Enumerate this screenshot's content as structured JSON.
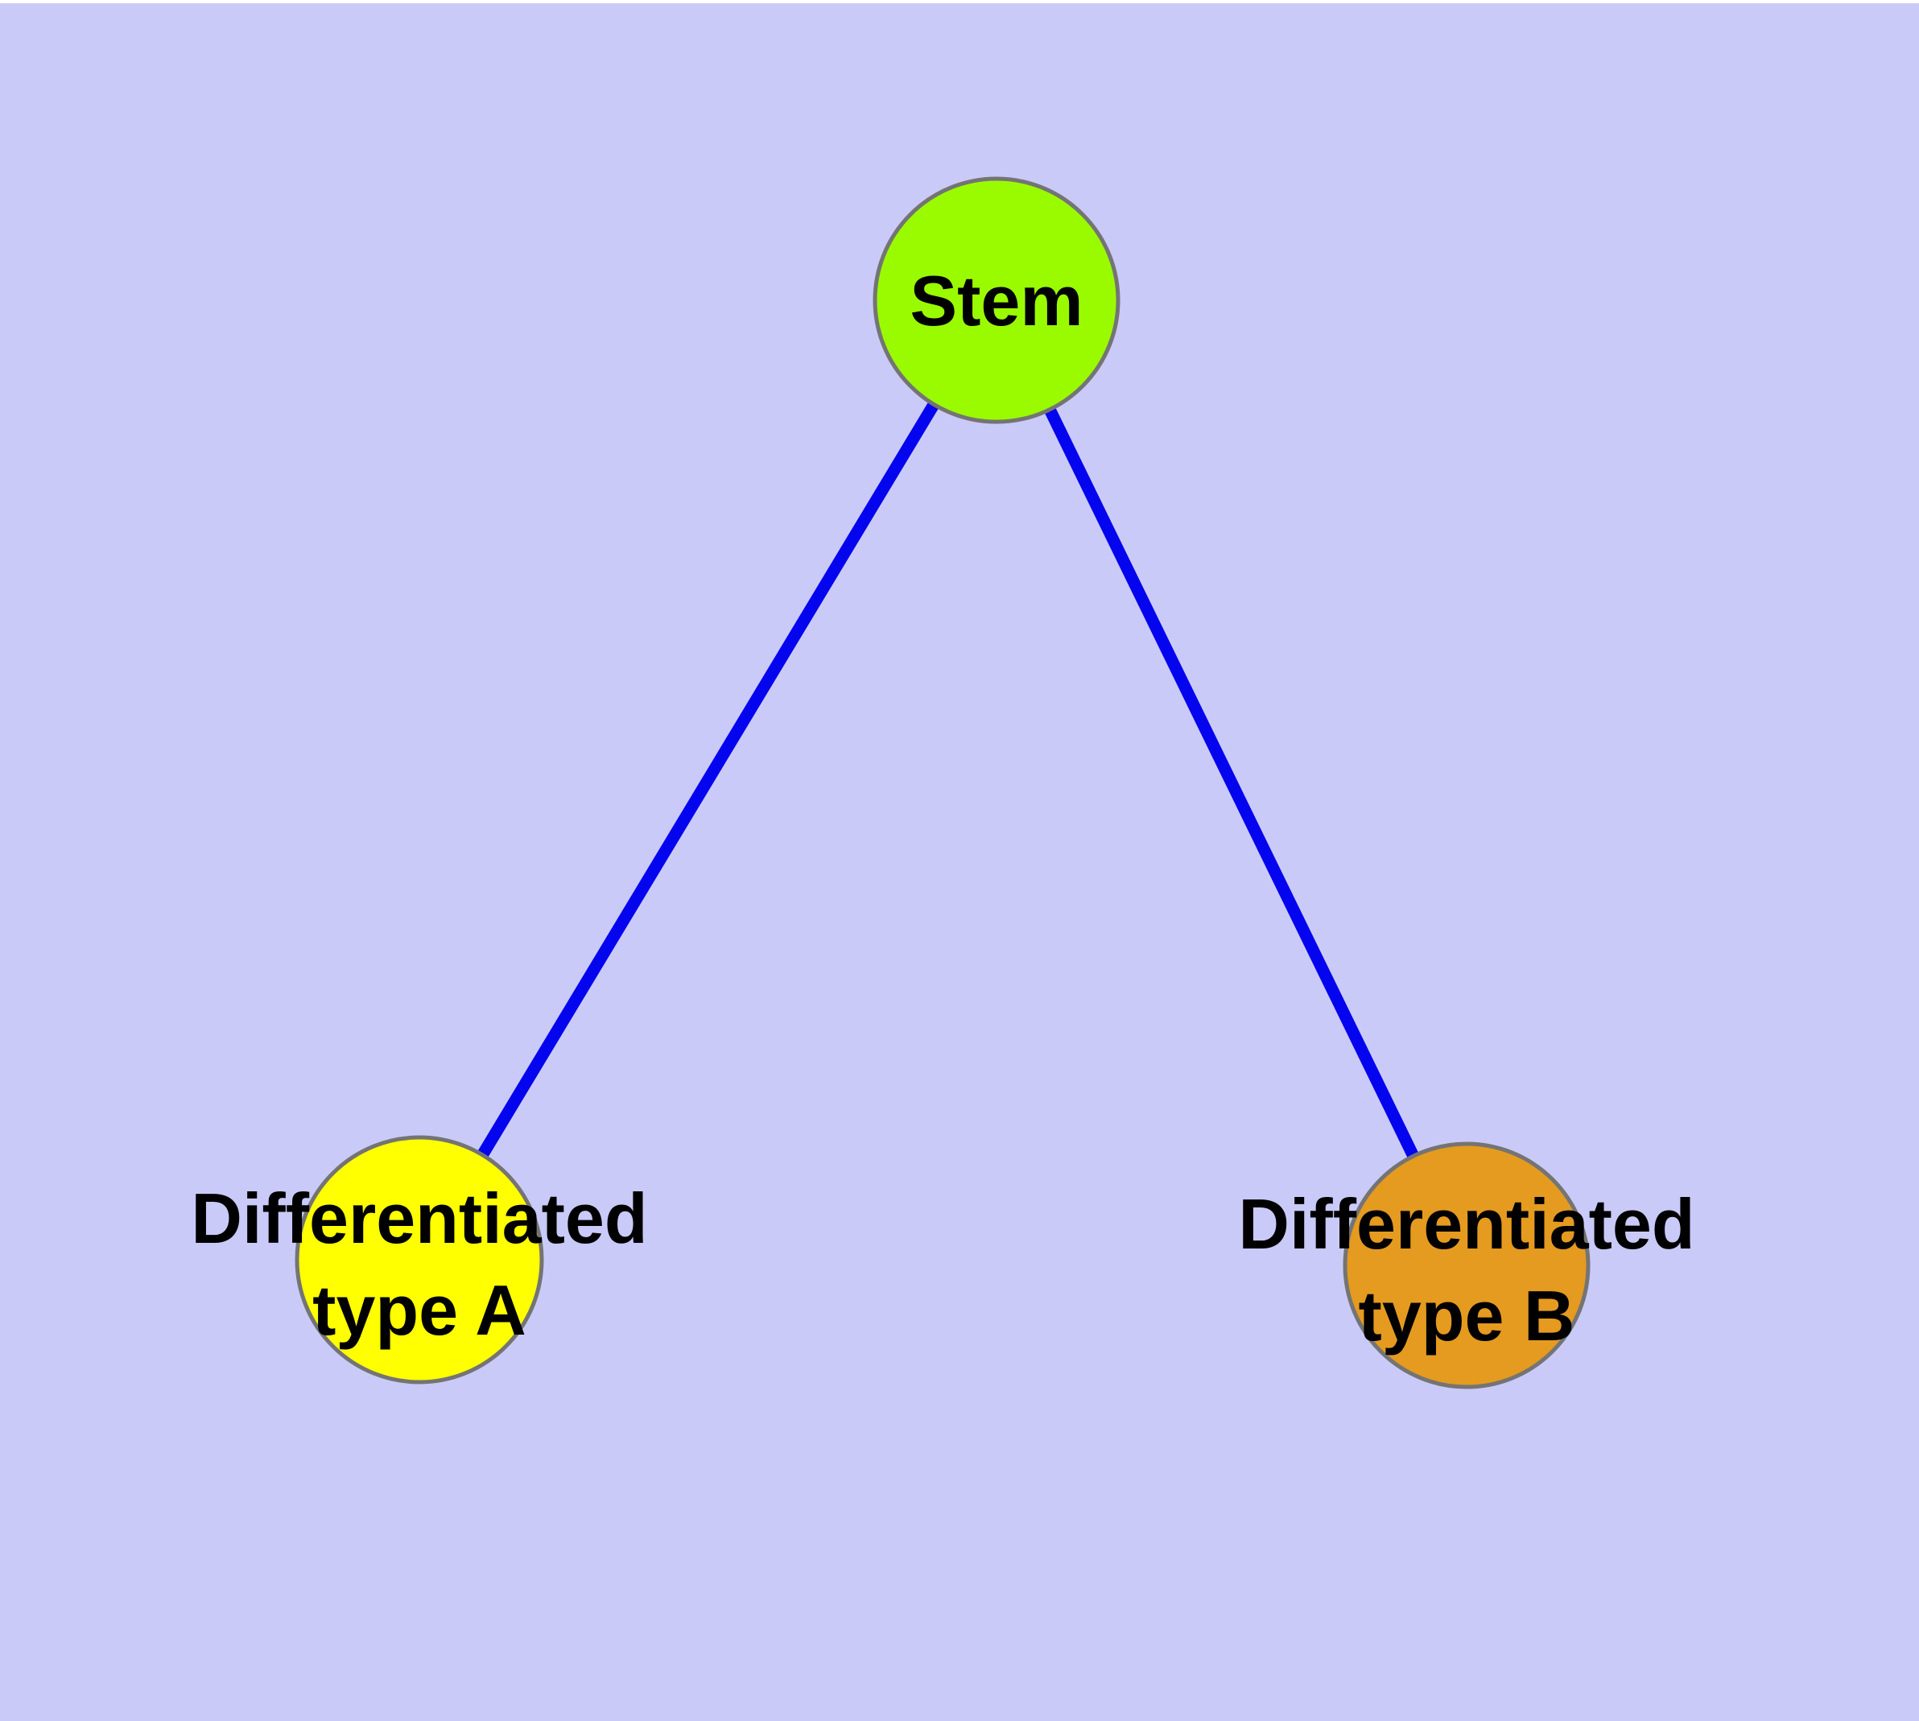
{
  "diagram": {
    "description": "Stem cell differentiation graph",
    "background_color": "#CACAF8",
    "top_margin_color": "#FFFFFF",
    "edge_color": "#0404EE",
    "node_border_color": "#747474",
    "label_color": "#000000",
    "nodes": [
      {
        "id": "stem",
        "label": "Stem",
        "label_lines": [
          "Stem"
        ],
        "fill_color": "#9AFB00"
      },
      {
        "id": "differentiated-type-a",
        "label": "Differentiated type A",
        "label_lines": [
          "Differentiated",
          "type A"
        ],
        "fill_color": "#FFFF00"
      },
      {
        "id": "differentiated-type-b",
        "label": "Differentiated type B",
        "label_lines": [
          "Differentiated",
          "type B"
        ],
        "fill_color": "#E59A20"
      }
    ],
    "edges": [
      {
        "from": "Stem",
        "to": "Differentiated type A"
      },
      {
        "from": "Stem",
        "to": "Differentiated type B"
      }
    ]
  }
}
